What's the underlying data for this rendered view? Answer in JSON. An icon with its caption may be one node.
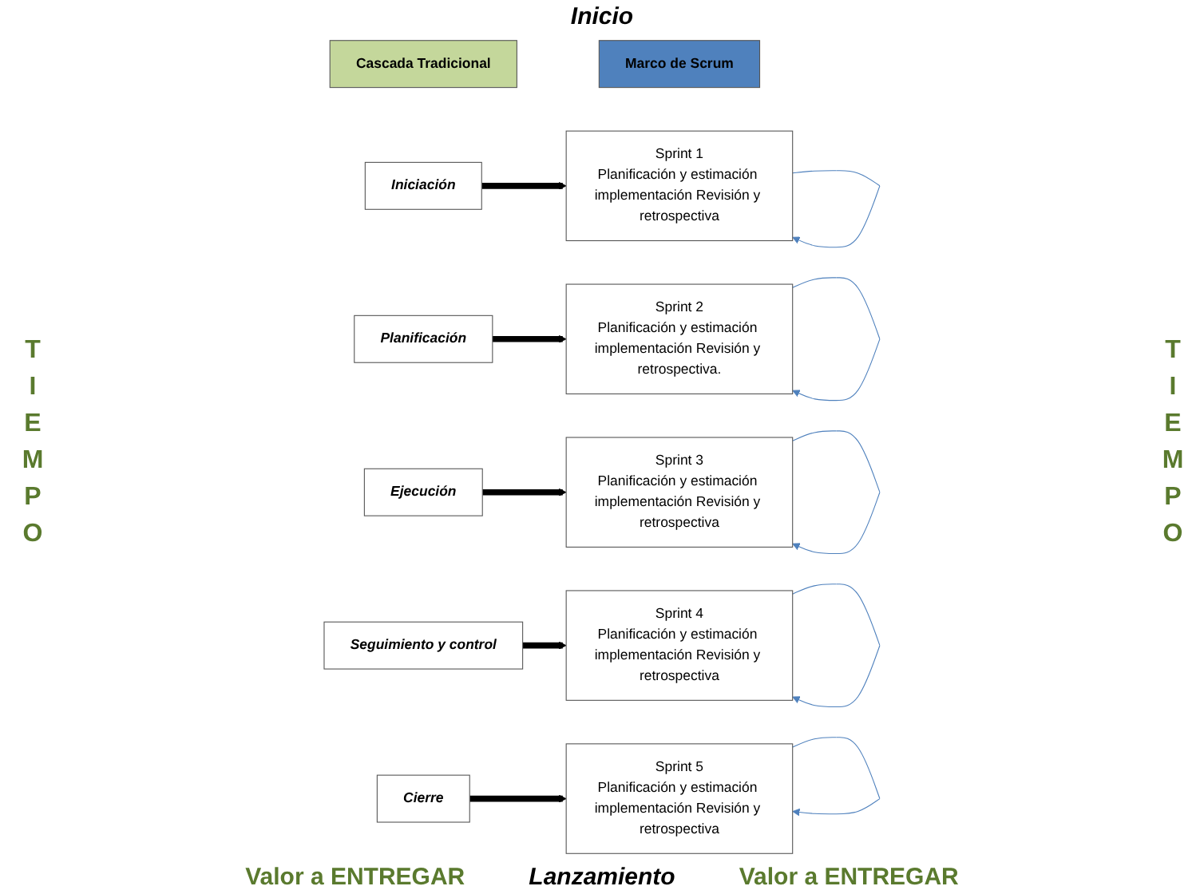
{
  "diagram": {
    "nodes": [
      {
        "text": [
          "Cascada Tradicional"
        ]
      },
      {
        "text": [
          "Marco de Scrum"
        ]
      },
      {
        "text": [
          "Iniciación"
        ]
      },
      {
        "text": [
          "Sprint 1",
          "Planificación y estimación implementación Revisión y retrospectiva"
        ]
      },
      {
        "text": [
          "Planificación"
        ]
      },
      {
        "text": [
          "Sprint 2",
          "Planificación y estimación implementación Revisión y retrospectiva."
        ]
      },
      {
        "text": [
          "Ejecución"
        ]
      },
      {
        "text": [
          "Sprint 3",
          "Planificación y estimación implementación Revisión y retrospectiva"
        ]
      },
      {
        "text": [
          "Seguimiento y control"
        ]
      },
      {
        "text": [
          "Sprint 4",
          "Planificación y estimación implementación Revisión y retrospectiva"
        ]
      },
      {
        "text": [
          "Cierre"
        ]
      },
      {
        "text": [
          "Sprint 5",
          "Planificación y estimación implementación Revisión y retrospectiva"
        ]
      }
    ],
    "edges": [
      {
        "from": 2,
        "to": 3,
        "arrow": "to",
        "style": "thick"
      },
      {
        "from": 3,
        "to": 3,
        "arrow": "to",
        "color": "#4f81bd"
      },
      {
        "from": 4,
        "to": 5,
        "arrow": "to",
        "style": "thick"
      },
      {
        "from": 5,
        "to": 5,
        "arrow": "to",
        "color": "#4f81bd"
      },
      {
        "from": 6,
        "to": 7,
        "arrow": "to",
        "style": "thick"
      },
      {
        "from": 7,
        "to": 7,
        "arrow": "to",
        "color": "#4f81bd"
      },
      {
        "from": 8,
        "to": 9,
        "arrow": "to",
        "style": "thick"
      },
      {
        "from": 9,
        "to": 9,
        "arrow": "to",
        "color": "#4f81bd"
      },
      {
        "from": 10,
        "to": 11,
        "arrow": "to",
        "style": "thick"
      },
      {
        "from": 11,
        "to": 11,
        "arrow": "to",
        "color": "#4f81bd"
      }
    ],
    "labels": [
      "TIEMPO",
      "Inicio",
      "TIEMPO",
      "Valor a ENTREGAR",
      "Lanzamiento",
      "Valor a ENTREGAR"
    ]
  }
}
